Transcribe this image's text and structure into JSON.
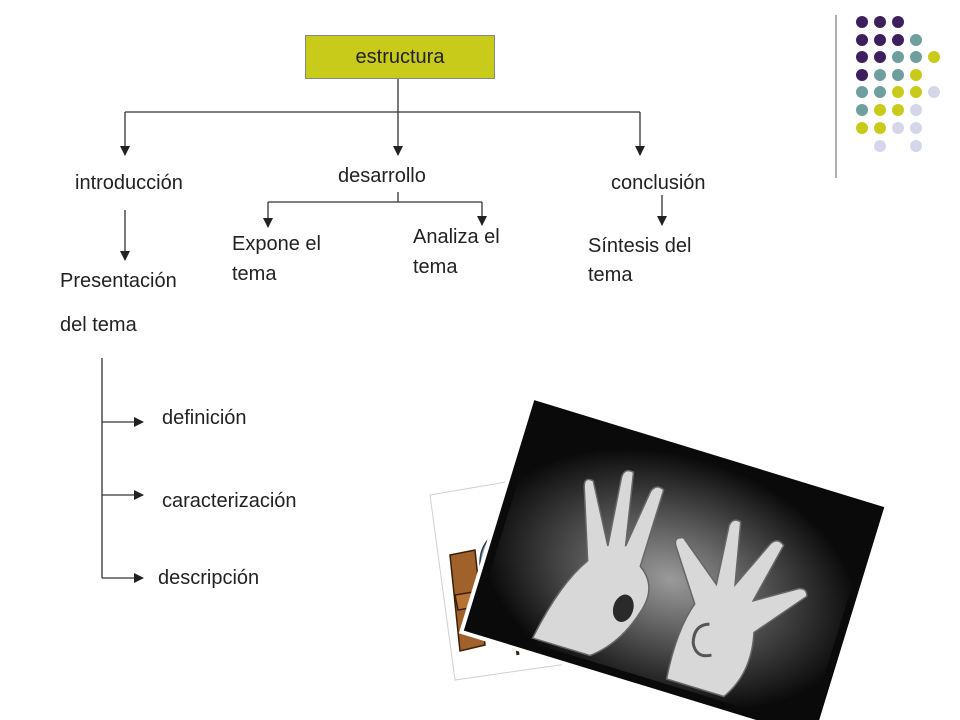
{
  "diagram": {
    "root": "estructura",
    "branches": {
      "introduccion": "introducción",
      "desarrollo": "desarrollo",
      "conclusion": "conclusión"
    },
    "intro_sub": {
      "line1": "Presentación",
      "line2": "del tema"
    },
    "desarrollo_subs": {
      "expone": {
        "line1": "Expone el",
        "line2": "tema"
      },
      "analiza": {
        "line1": "Analiza el",
        "line2": "tema"
      }
    },
    "conclusion_sub": {
      "line1": "Síntesis del",
      "line2": "tema"
    },
    "intro_items": [
      "definición",
      "caracterización",
      "descripción"
    ]
  },
  "decoration": {
    "dot_colors": {
      "purple": "#3d1f5e",
      "teal": "#6f9e9e",
      "olive": "#c9cb1a",
      "lavender": "#d6d6ea"
    },
    "box_color": "#c9cb1a",
    "images": [
      "student-at-desk-clipart",
      "hands-mouth-ear-photo"
    ]
  }
}
